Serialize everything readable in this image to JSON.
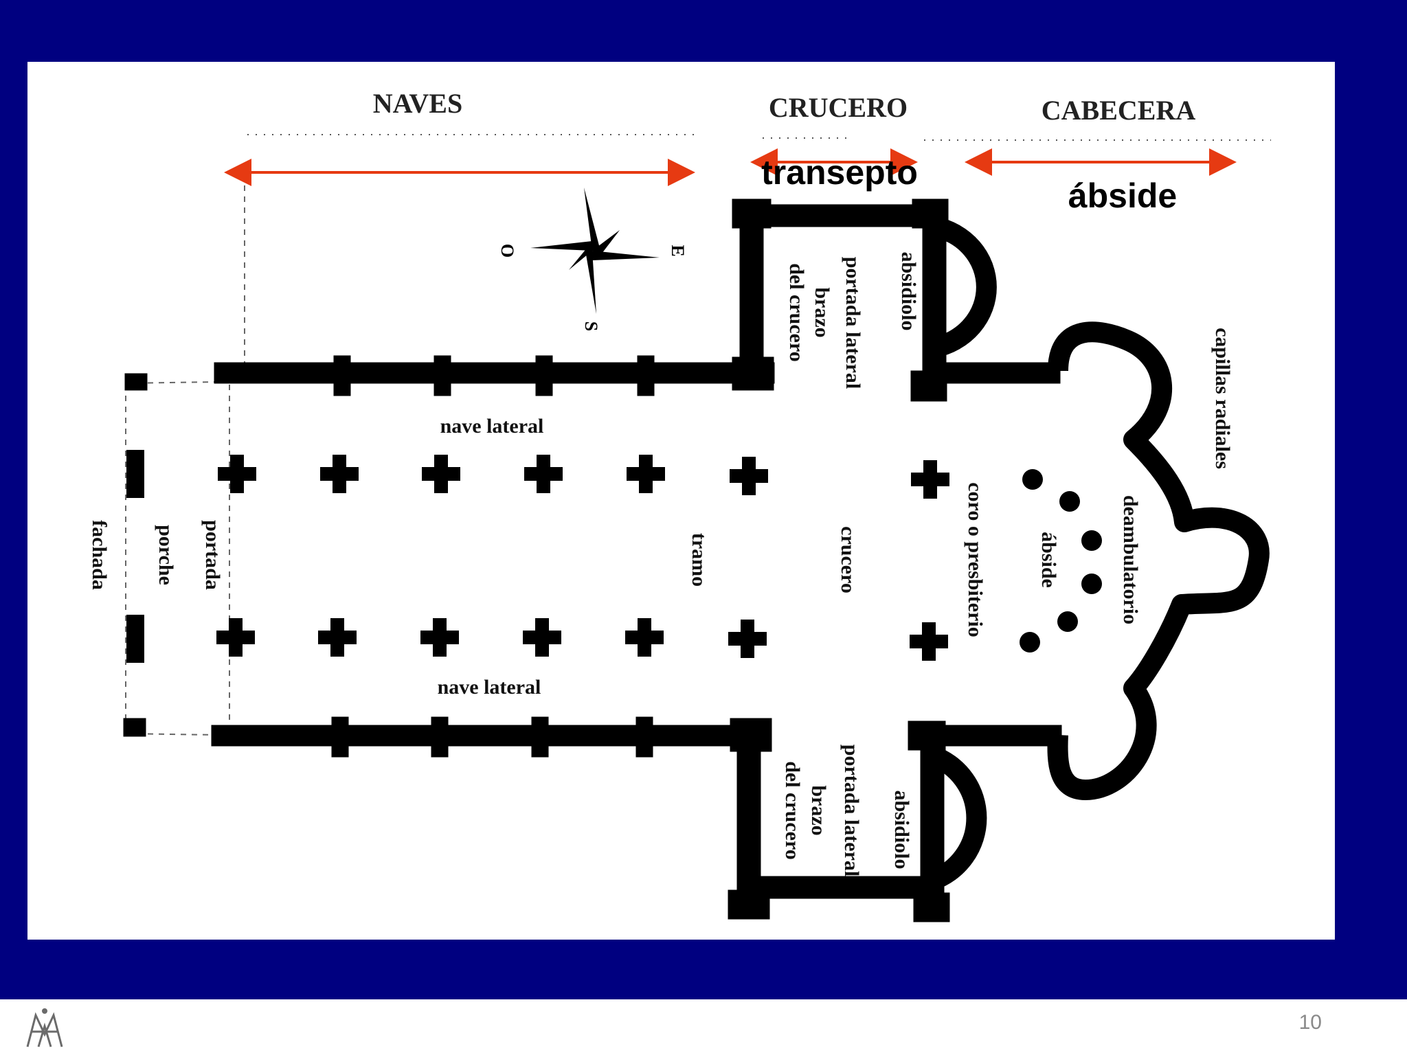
{
  "colors": {
    "background": "#000080",
    "panel": "#ffffff",
    "wall": "#000000",
    "arrow": "#e63a12",
    "page_number": "#8a8a8a"
  },
  "headers": {
    "naves": "NAVES",
    "crucero": "CRUCERO",
    "cabecera": "CABECERA"
  },
  "annotations": {
    "transepto": "transepto",
    "abside": "ábside"
  },
  "compass": {
    "west": "O",
    "east": "E",
    "south": "S"
  },
  "plan_labels": {
    "nave_lateral_top": "nave lateral",
    "nave_lateral_bottom": "nave lateral",
    "fachada": "fachada",
    "porche": "porche",
    "portada": "portada",
    "tramo": "tramo",
    "crucero": "crucero",
    "coro": "coro o presbiterio",
    "abside": "ábside",
    "deambulatorio": "deambulatorio",
    "capillas": "capillas radiales",
    "absidiolo_top": "absidiolo",
    "portada_lateral_top": "portada lateral",
    "brazo_top": "brazo",
    "del_crucero_top": "del crucero",
    "absidiolo_bottom": "absidiolo",
    "portada_lateral_bottom": "portada lateral",
    "brazo_bottom": "brazo",
    "del_crucero_bottom": "del crucero"
  },
  "footer": {
    "page_number": "10",
    "logo_icon": "monogram-logo-icon"
  }
}
